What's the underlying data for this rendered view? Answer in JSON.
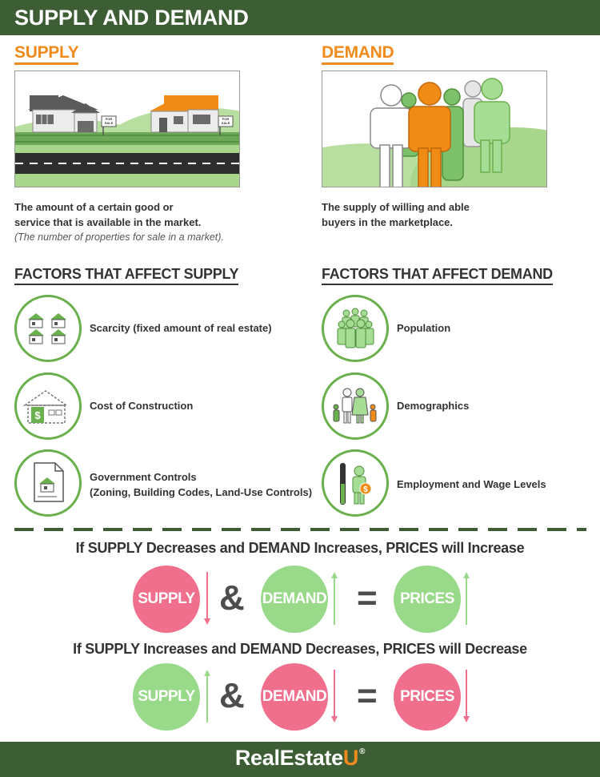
{
  "header": {
    "title": "SUPPLY AND DEMAND"
  },
  "supply": {
    "heading": "SUPPLY",
    "desc_line1": "The amount of a certain good or",
    "desc_line2": "service that is available in the market.",
    "note": "(The number of properties for sale in a market).",
    "sign1": "FOR SALE",
    "sign2": "FOR SALE"
  },
  "demand": {
    "heading": "DEMAND",
    "desc_line1": "The supply of willing and able",
    "desc_line2": "buyers in the marketplace."
  },
  "supply_factors": {
    "heading": "FACTORS THAT AFFECT SUPPLY",
    "items": [
      {
        "label": "Scarcity (fixed amount of real estate)",
        "icon": "houses-icon"
      },
      {
        "label": "Cost of Construction",
        "icon": "house-cost-icon"
      },
      {
        "label_line1": "Government Controls",
        "label_line2": "(Zoning, Building Codes, Land-Use Controls)",
        "icon": "document-icon"
      }
    ]
  },
  "demand_factors": {
    "heading": "FACTORS THAT AFFECT DEMAND",
    "items": [
      {
        "label": "Population",
        "icon": "crowd-icon"
      },
      {
        "label": "Demographics",
        "icon": "family-icon"
      },
      {
        "label": "Employment and Wage Levels",
        "icon": "worker-wage-icon"
      }
    ]
  },
  "equation1": {
    "title": "If SUPPLY Decreases and DEMAND Increases, PRICES will Increase",
    "supply": "SUPPLY",
    "demand": "DEMAND",
    "prices": "PRICES",
    "amp": "&",
    "eq": "="
  },
  "equation2": {
    "title": "If SUPPLY Increases and DEMAND Decreases, PRICES will Decrease",
    "supply": "SUPPLY",
    "demand": "DEMAND",
    "prices": "PRICES",
    "amp": "&",
    "eq": "="
  },
  "footer": {
    "logo_main": "RealEstate",
    "logo_u": "U",
    "logo_reg": "®"
  },
  "colors": {
    "header_green": "#3d5d34",
    "accent_orange": "#ef8a1b",
    "circle_green": "#6ab04c",
    "pink": "#f06f8c",
    "light_green": "#98d98a"
  }
}
